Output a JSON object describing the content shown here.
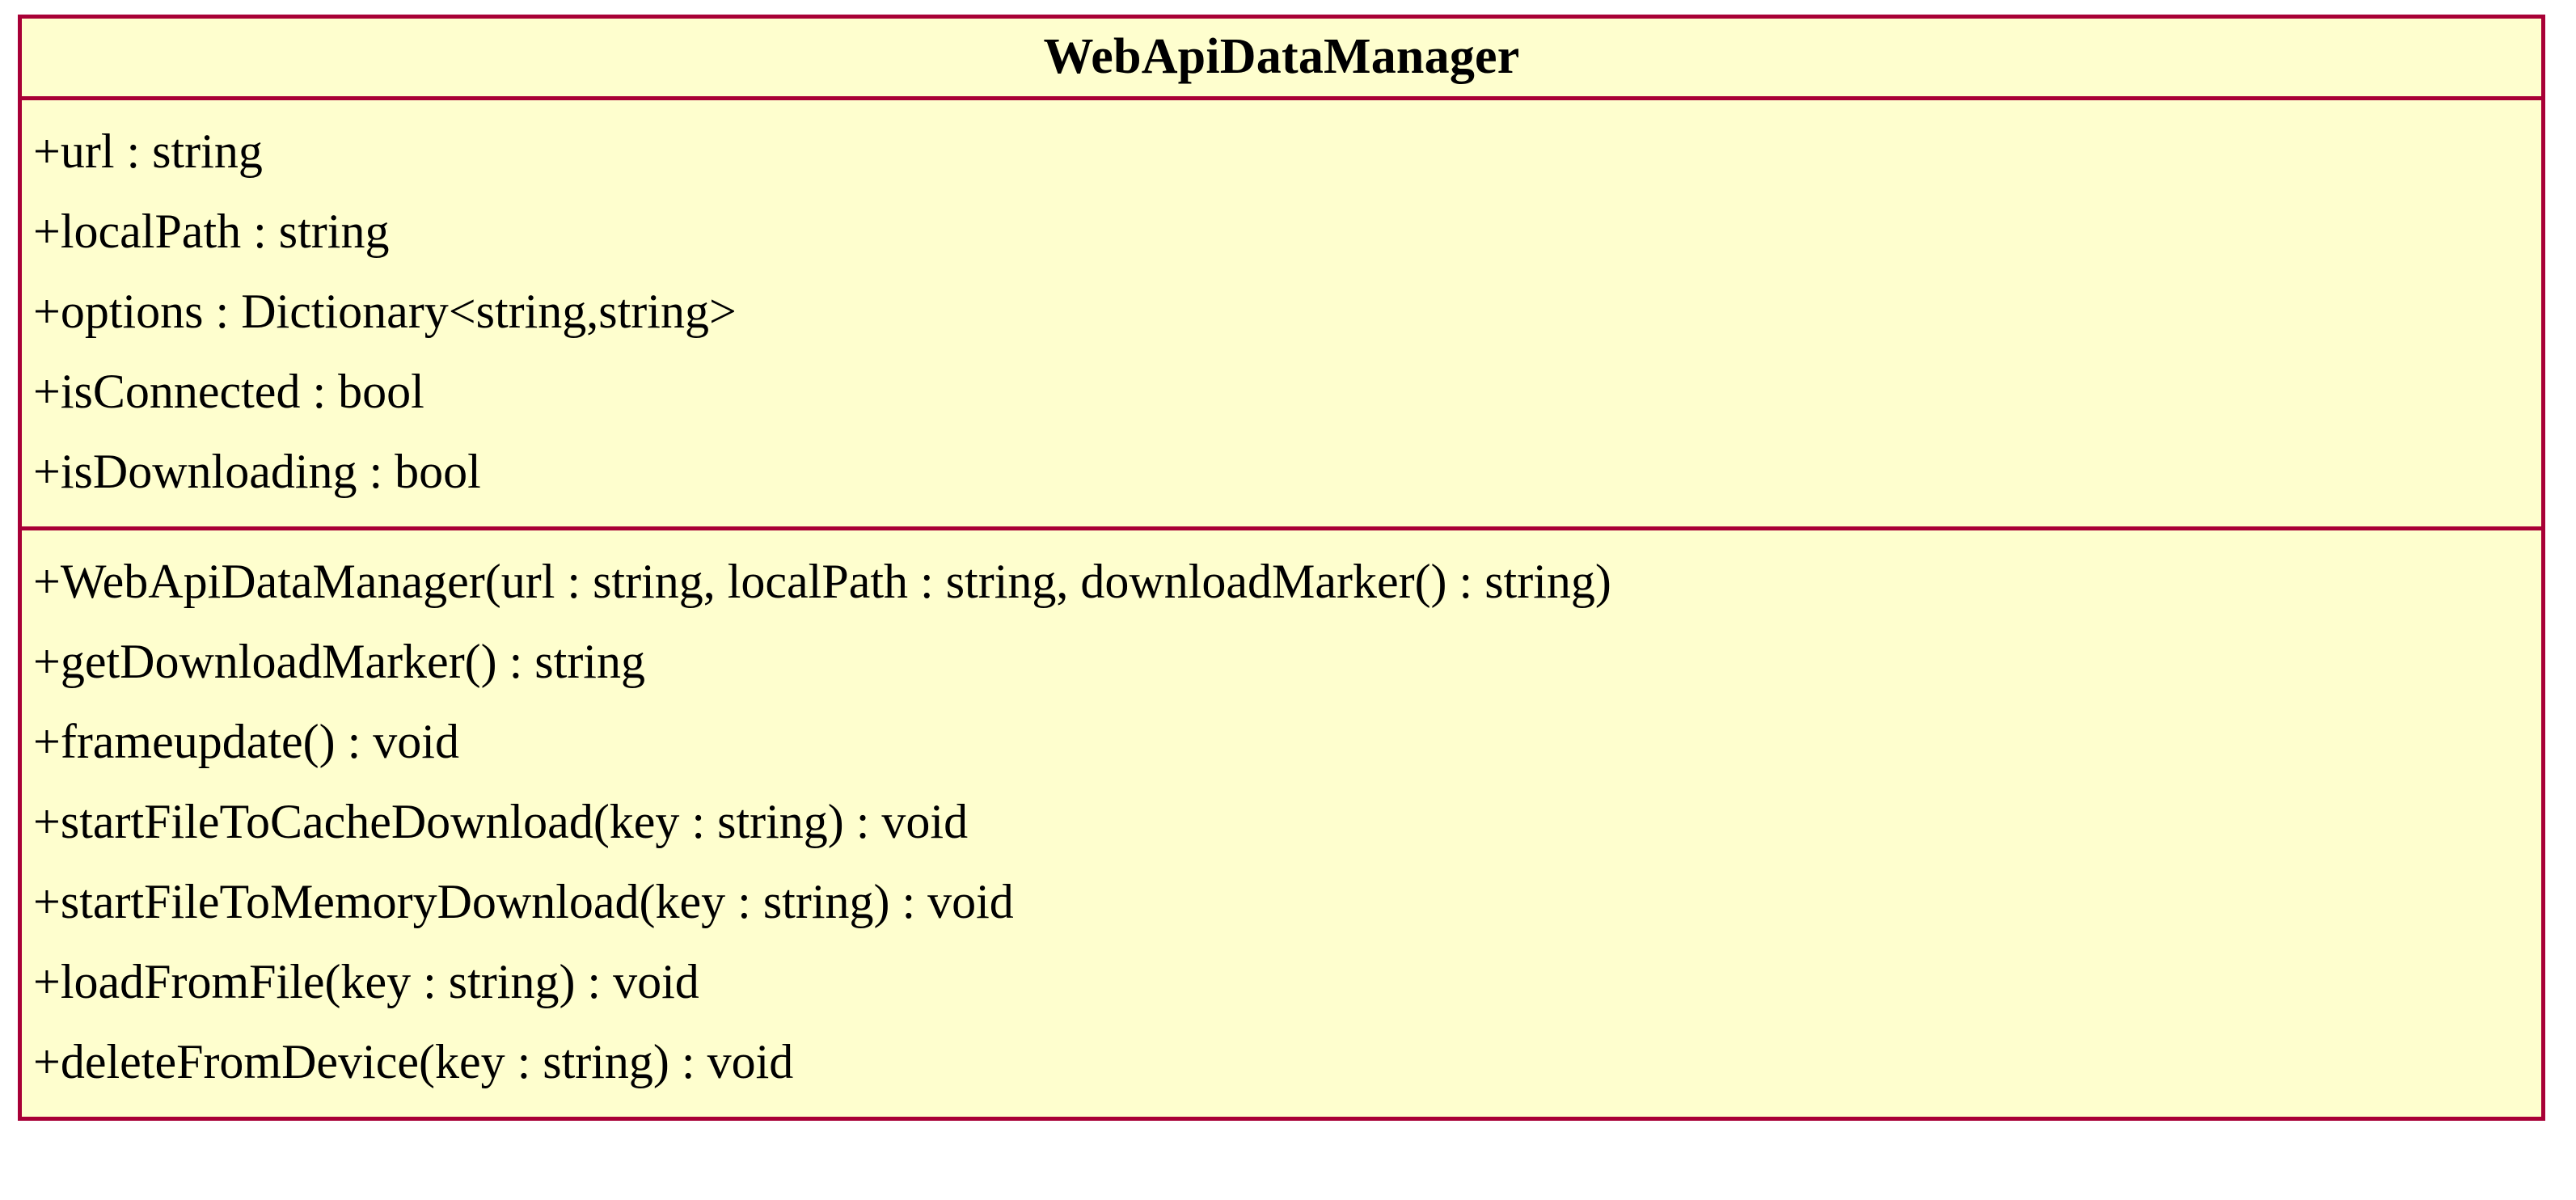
{
  "diagram": {
    "kind": "uml-class-diagram",
    "style": {
      "border_color": "#A80036",
      "fill_color": "#FEFECE",
      "text_color": "#000000",
      "page_background": "#FFFFFF"
    }
  },
  "class": {
    "name": "WebApiDataManager",
    "attributes": [
      {
        "text": "+url : string"
      },
      {
        "text": "+localPath : string"
      },
      {
        "text": "+options : Dictionary<string,string>"
      },
      {
        "text": "+isConnected : bool"
      },
      {
        "text": "+isDownloading : bool"
      }
    ],
    "methods": [
      {
        "text": "+WebApiDataManager(url : string, localPath : string, downloadMarker() : string)"
      },
      {
        "text": "+getDownloadMarker() : string"
      },
      {
        "text": "+frameupdate() : void"
      },
      {
        "text": "+startFileToCacheDownload(key : string) : void"
      },
      {
        "text": "+startFileToMemoryDownload(key : string) : void"
      },
      {
        "text": "+loadFromFile(key : string) : void"
      },
      {
        "text": "+deleteFromDevice(key : string) : void"
      }
    ]
  }
}
